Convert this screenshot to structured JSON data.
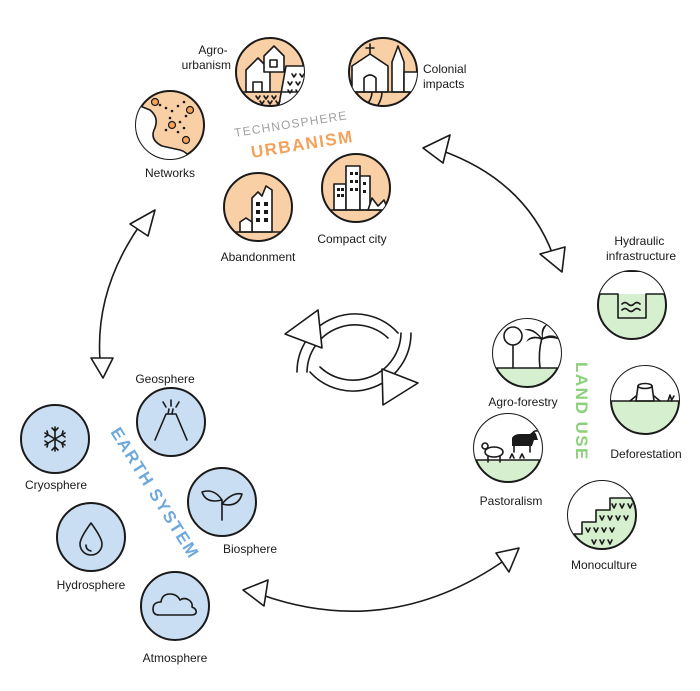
{
  "colors": {
    "urban_peach": "#F9CFA5",
    "urban_text": "#F4A259",
    "land_green": "#D6F0CF",
    "land_text": "#8BD17C",
    "earth_blue": "#C9DEF3",
    "earth_text": "#6FA8DC",
    "stroke": "#1A1A1A"
  },
  "urbanism": {
    "subtitle": "TECHNOSPHERE",
    "title": "URBANISM",
    "items": [
      {
        "label": "Agro-\nurbanism",
        "icon": "houses-field-icon"
      },
      {
        "label": "Colonial\nimpacts",
        "icon": "church-road-icon"
      },
      {
        "label": "Networks",
        "icon": "network-map-icon"
      },
      {
        "label": "Abandonment",
        "icon": "ruined-building-icon"
      },
      {
        "label": "Compact city",
        "icon": "skyline-icon"
      }
    ]
  },
  "land_use": {
    "title": "LAND USE",
    "items": [
      {
        "label": "Hydraulic\ninfrastructure",
        "icon": "water-channel-icon"
      },
      {
        "label": "Agro-forestry",
        "icon": "tree-palm-icon"
      },
      {
        "label": "Deforestation",
        "icon": "tree-stump-icon"
      },
      {
        "label": "Pastoralism",
        "icon": "livestock-icon"
      },
      {
        "label": "Monoculture",
        "icon": "terraced-crops-icon"
      }
    ]
  },
  "earth_system": {
    "title": "EARTH SYSTEM",
    "items": [
      {
        "label": "Geosphere",
        "icon": "volcano-icon"
      },
      {
        "label": "Cryosphere",
        "icon": "snowflake-icon"
      },
      {
        "label": "Biosphere",
        "icon": "sprout-icon"
      },
      {
        "label": "Hydrosphere",
        "icon": "water-drop-icon"
      },
      {
        "label": "Atmosphere",
        "icon": "cloud-icon"
      }
    ]
  }
}
